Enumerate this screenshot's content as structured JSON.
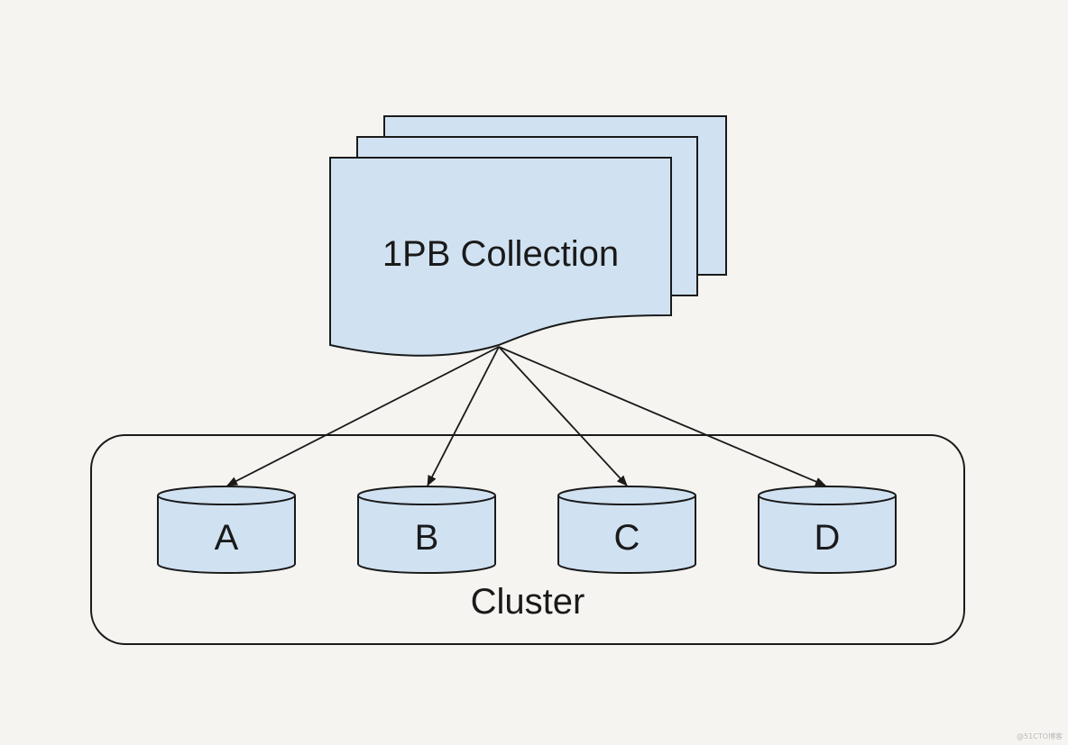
{
  "collection": {
    "label": "1PB Collection"
  },
  "cluster": {
    "label": "Cluster",
    "nodes": [
      {
        "id": "a",
        "label": "A"
      },
      {
        "id": "b",
        "label": "B"
      },
      {
        "id": "c",
        "label": "C"
      },
      {
        "id": "d",
        "label": "D"
      }
    ]
  },
  "watermark": {
    "text": "@51CTO博客"
  },
  "colors": {
    "background": "#f5f4f1",
    "fill": "#d0e2f2",
    "stroke": "#1a1a1a"
  }
}
